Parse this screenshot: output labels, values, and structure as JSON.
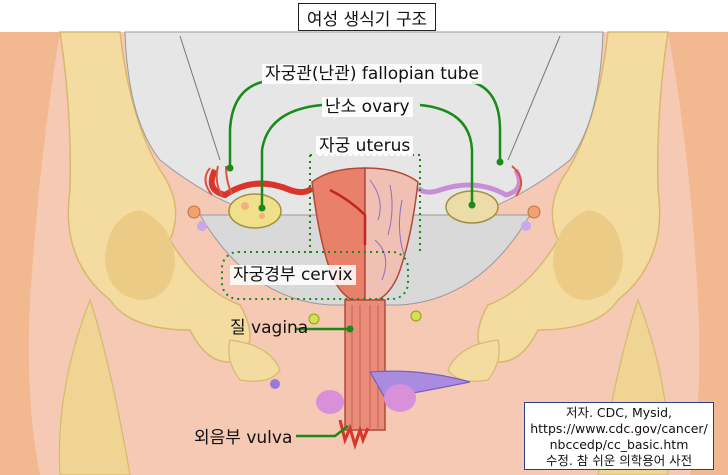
{
  "title": "여성 생식기 구조",
  "labels": {
    "fallopian_tube": "자궁관(난관) fallopian tube",
    "ovary": "난소 ovary",
    "uterus": "자궁 uterus",
    "cervix": "자궁경부 cervix",
    "vagina": "질 vagina",
    "vulva": "외음부 vulva"
  },
  "source": {
    "line1": "저자. CDC, Mysid,",
    "line2": "https://www.cdc.gov/cancer/",
    "line3": "nbccedp/cc_basic.htm",
    "line4": "수정. 참 쉬운 의학용어 사전"
  },
  "colors": {
    "leader_line": "#1a8a1a",
    "uterus": "#e8806a",
    "source_border": "#2c3f8f"
  }
}
